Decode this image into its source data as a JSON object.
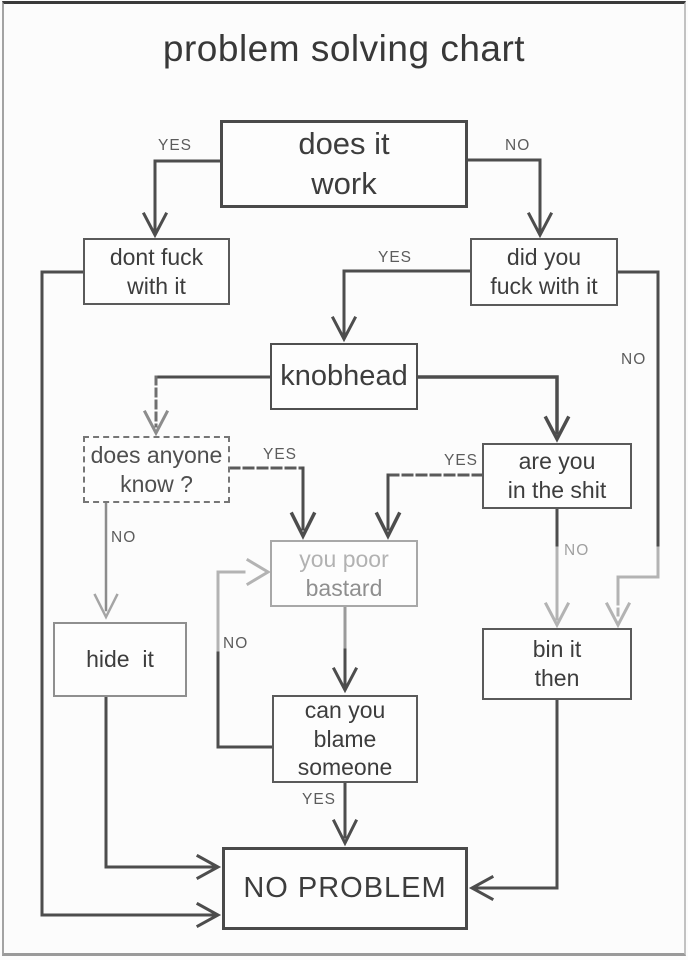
{
  "title": "problem solving chart",
  "nodes": {
    "does_it_work": {
      "line1": "does it",
      "line2": "work"
    },
    "dont_fuck": {
      "line1": "dont fuck",
      "line2": "with it"
    },
    "did_you_fuck": {
      "line1": "did you",
      "line2": "fuck with it"
    },
    "knobhead": {
      "line1": "knobhead"
    },
    "does_anyone_know": {
      "line1": "does anyone",
      "line2": "know ?"
    },
    "are_you_in_shit": {
      "line1": "are you",
      "line2": "in the shit"
    },
    "you_poor_bastard": {
      "line1": "you poor",
      "line2": "bastard"
    },
    "hide_it": {
      "line1": "hide  it"
    },
    "bin_it_then": {
      "line1": "bin it",
      "line2": "then"
    },
    "can_you_blame": {
      "line1": "can you",
      "line2": "blame",
      "line3": "someone"
    },
    "no_problem": {
      "line1": "NO PROBLEM"
    }
  },
  "edge_labels": {
    "does_it_work_yes": "YES",
    "does_it_work_no": "NO",
    "did_you_fuck_yes": "YES",
    "did_you_fuck_no": "NO",
    "does_anyone_yes": "YES",
    "does_anyone_no": "NO",
    "are_you_yes": "YES",
    "are_you_no": "NO",
    "can_you_blame_no": "NO",
    "can_you_blame_yes": "YES"
  },
  "colors": {
    "ink": "#4d4d4d",
    "faded": "#b3b3b3",
    "medium": "#8c8c8c"
  }
}
